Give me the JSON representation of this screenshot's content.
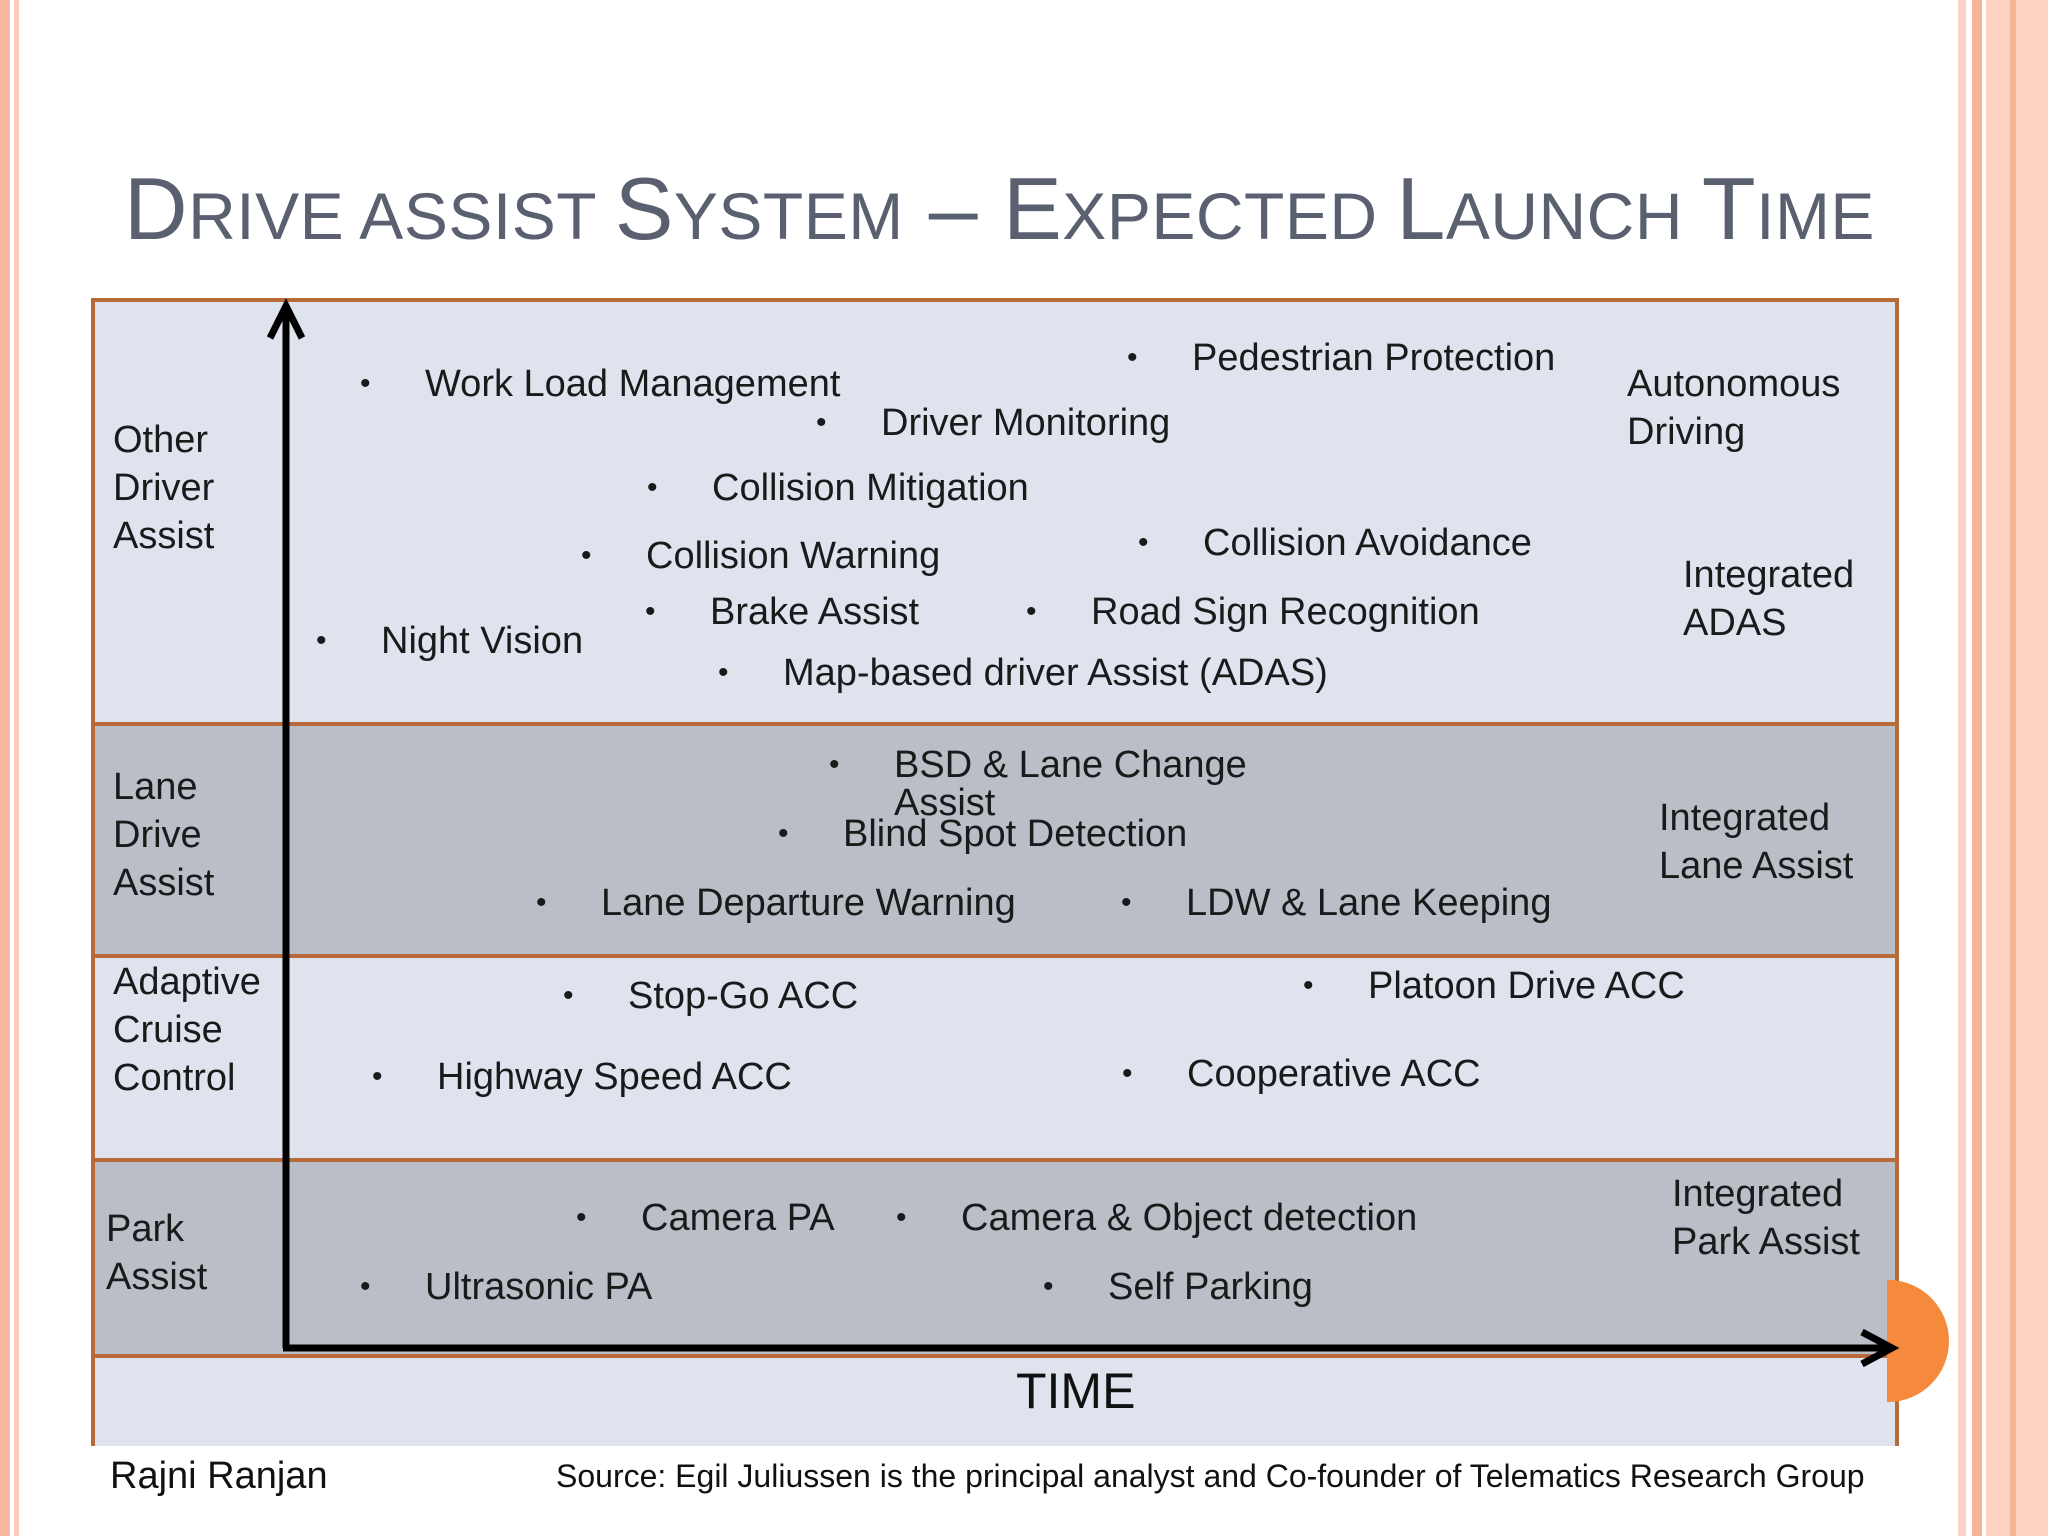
{
  "title": {
    "p1_cap": "D",
    "p1_rest": "RIVE ASSIST ",
    "p2_cap": "S",
    "p2_rest": "YSTEM",
    "dash": " – ",
    "p3_cap": "E",
    "p3_rest": "XPECTED ",
    "p4_cap": "L",
    "p4_rest": "AUNCH ",
    "p5_cap": "T",
    "p5_rest": "IME"
  },
  "bullet_char": "•",
  "categories": {
    "other": [
      "Other",
      "Driver",
      "Assist"
    ],
    "lane": [
      "Lane",
      "Drive",
      "Assist"
    ],
    "acc": [
      "Adaptive",
      "Cruise",
      "Control"
    ],
    "park": [
      "Park",
      "Assist"
    ]
  },
  "right_labels": {
    "autonomous": [
      "Autonomous",
      "Driving"
    ],
    "adas": [
      "Integrated",
      "ADAS"
    ],
    "lane": [
      "Integrated",
      "Lane Assist"
    ],
    "park": [
      "Integrated",
      "Park Assist"
    ]
  },
  "items": {
    "work_load": "Work Load Management",
    "pedestrian": "Pedestrian Protection",
    "driver_monitoring": "Driver Monitoring",
    "collision_mitigation": "Collision Mitigation",
    "collision_warning": "Collision Warning",
    "collision_avoidance": "Collision Avoidance",
    "brake_assist": "Brake Assist",
    "road_sign": "Road Sign Recognition",
    "night_vision": "Night Vision",
    "map_based": "Map-based driver Assist (ADAS)",
    "bsd_lane_change_1": "BSD & Lane Change",
    "bsd_lane_change_2": "Assist",
    "blind_spot": "Blind Spot Detection",
    "ldw": "Lane Departure Warning",
    "ldw_keeping": "LDW & Lane Keeping",
    "stop_go": "Stop-Go ACC",
    "platoon": "Platoon Drive ACC",
    "highway": "Highway Speed ACC",
    "cooperative": "Cooperative ACC",
    "camera_pa": "Camera PA",
    "camera_object": "Camera & Object detection",
    "ultrasonic": "Ultrasonic PA",
    "self_parking": "Self Parking"
  },
  "axis_label": "TIME",
  "footer": {
    "author": "Rajni Ranjan",
    "source": "Source: Egil Juliussen is the principal analyst and Co-founder of Telematics Research Group"
  }
}
